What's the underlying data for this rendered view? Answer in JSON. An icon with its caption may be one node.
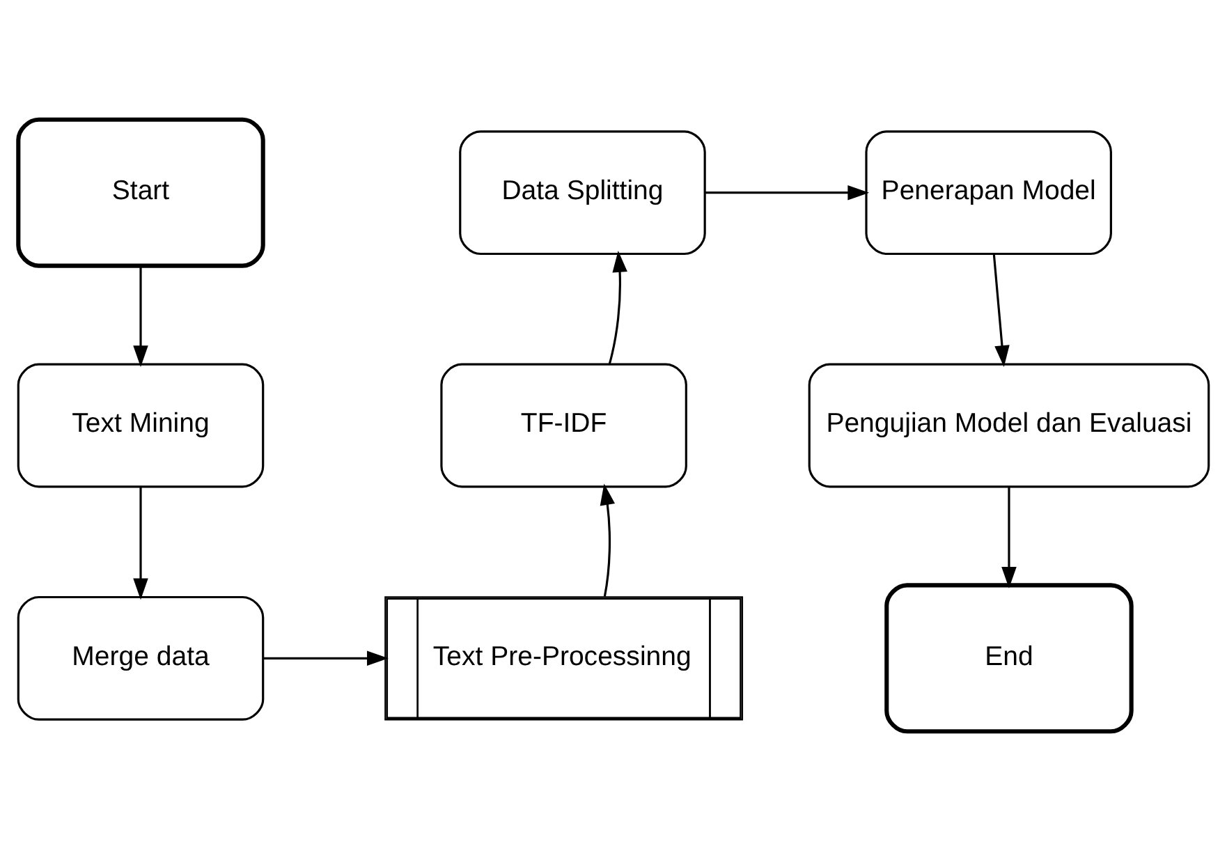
{
  "diagram": {
    "nodes": [
      {
        "text": [
          "Start"
        ]
      },
      {
        "text": [
          "Text Mining"
        ]
      },
      {
        "text": [
          "Merge data"
        ]
      },
      {
        "text": [
          "Text Pre-Processinng"
        ]
      },
      {
        "text": [
          "TF-IDF"
        ]
      },
      {
        "text": [
          "Data Splitting"
        ]
      },
      {
        "text": [
          "Penerapan Model"
        ]
      },
      {
        "text": [
          "Pengujian Model dan Evaluasi"
        ]
      },
      {
        "text": [
          "End"
        ]
      }
    ],
    "edges": [
      {
        "from": 0,
        "to": 1,
        "arrow": "to"
      },
      {
        "from": 1,
        "to": 2,
        "arrow": "to"
      },
      {
        "from": 2,
        "to": 3,
        "arrow": "to"
      },
      {
        "from": 3,
        "to": 4,
        "arrow": "to"
      },
      {
        "from": 4,
        "to": 5,
        "arrow": "to"
      },
      {
        "from": 5,
        "to": 6,
        "arrow": "to"
      },
      {
        "from": 6,
        "to": 7,
        "arrow": "to"
      },
      {
        "from": 7,
        "to": 8,
        "arrow": "to"
      }
    ]
  }
}
